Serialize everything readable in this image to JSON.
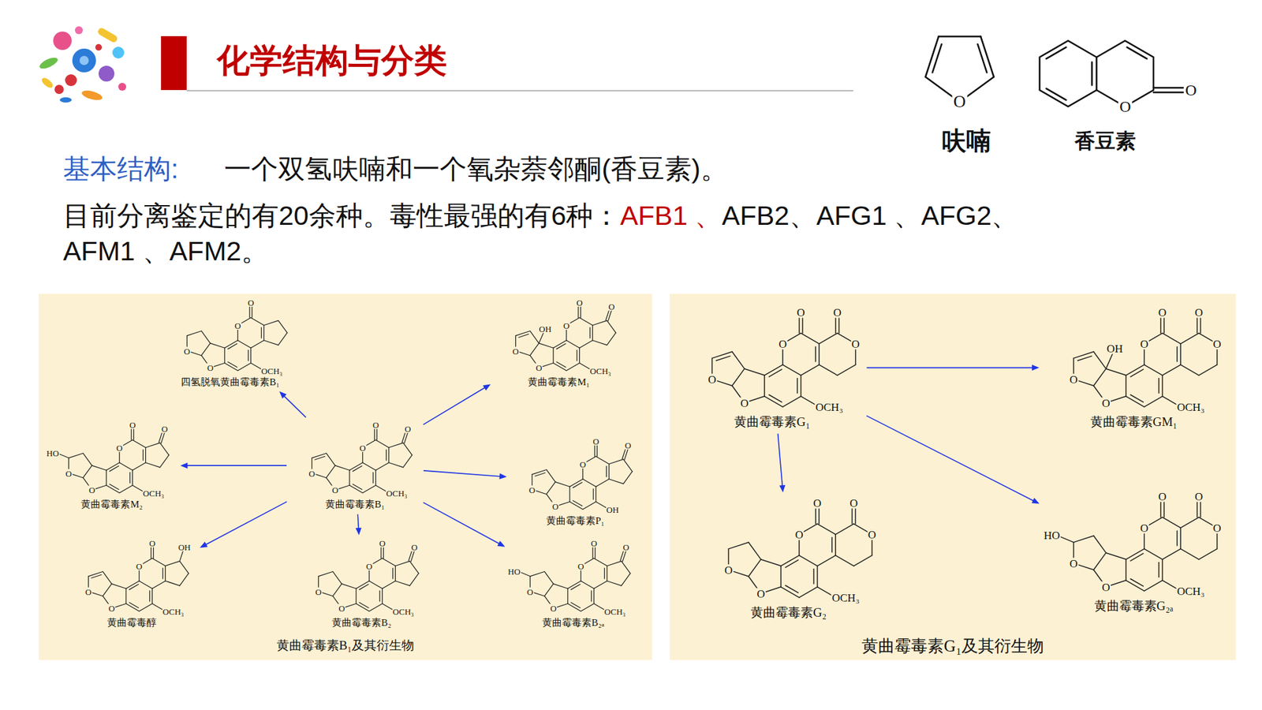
{
  "diagram": {
    "title": "化学结构与分类",
    "nodes": [
      {
        "text": [
          "黄曲霉毒素B₁及其衍生物"
        ]
      },
      {
        "text": [
          "四氢脱氧黄曲霉毒素B₁"
        ],
        "in": 0
      },
      {
        "text": [
          "黄曲霉毒素M₁"
        ],
        "in": 0
      },
      {
        "text": [
          "黄曲霉毒素M₂"
        ],
        "in": 0
      },
      {
        "text": [
          "黄曲霉毒素B₁"
        ],
        "in": 0
      },
      {
        "text": [
          "黄曲霉毒素P₁"
        ],
        "in": 0
      },
      {
        "text": [
          "黄曲霉毒醇"
        ],
        "in": 0
      },
      {
        "text": [
          "黄曲霉毒素B₂"
        ],
        "in": 0
      },
      {
        "text": [
          "黄曲霉毒素B₂ₐ"
        ],
        "in": 0
      },
      {
        "text": [
          "黄曲霉毒素G₁及其衍生物"
        ]
      },
      {
        "text": [
          "黄曲霉毒素G₁"
        ],
        "in": 9
      },
      {
        "text": [
          "黄曲霉毒素GM₁"
        ],
        "in": 9
      },
      {
        "text": [
          "黄曲霉毒素G₂"
        ],
        "in": 9
      },
      {
        "text": [
          "黄曲霉毒素G₂ₐ"
        ],
        "in": 9
      }
    ],
    "edges": [
      {
        "from": 4,
        "to": 1,
        "arrow": "to"
      },
      {
        "from": 4,
        "to": 2,
        "arrow": "to"
      },
      {
        "from": 4,
        "to": 3,
        "arrow": "to"
      },
      {
        "from": 4,
        "to": 5,
        "arrow": "to"
      },
      {
        "from": 4,
        "to": 6,
        "arrow": "to"
      },
      {
        "from": 4,
        "to": 7,
        "arrow": "to"
      },
      {
        "from": 4,
        "to": 8,
        "arrow": "to"
      },
      {
        "from": 10,
        "to": 11,
        "arrow": "to"
      },
      {
        "from": 10,
        "to": 12,
        "arrow": "to"
      },
      {
        "from": 10,
        "to": 13,
        "arrow": "to"
      }
    ],
    "labels": [
      "基本结构:",
      "一个双氢呋喃和一个氧杂萘邻酮(香豆素)。",
      "目前分离鉴定的有20余种。毒性最强的有6种：",
      "AFB1 、",
      "AFB2、AFG1 、AFG2、",
      "AFM1 、AFM2。",
      "O",
      "呋喃",
      "O",
      "O",
      "香豆素",
      "O",
      "O",
      "O",
      "O",
      "OCH₃",
      "OH",
      "O",
      "O",
      "O",
      "O",
      "O",
      "OCH₃",
      "HO",
      "O",
      "O",
      "O",
      "O",
      "O",
      "OCH₃",
      "O",
      "O",
      "O",
      "O",
      "O",
      "OCH₃",
      "O",
      "O",
      "O",
      "O",
      "O",
      "OH",
      "OH",
      "O",
      "O",
      "O",
      "O",
      "OCH₃",
      "O",
      "O",
      "O",
      "O",
      "O",
      "OCH₃",
      "HO",
      "O",
      "O",
      "O",
      "O",
      "O",
      "OCH₃",
      "O",
      "O",
      "O",
      "O",
      "O",
      "O",
      "OCH₃",
      "OH",
      "O",
      "O",
      "O",
      "O",
      "O",
      "O",
      "OCH₃",
      "O",
      "O",
      "O",
      "O",
      "O",
      "O",
      "OCH₃",
      "HO",
      "O",
      "O",
      "O",
      "O",
      "O",
      "O",
      "OCH₃"
    ]
  }
}
